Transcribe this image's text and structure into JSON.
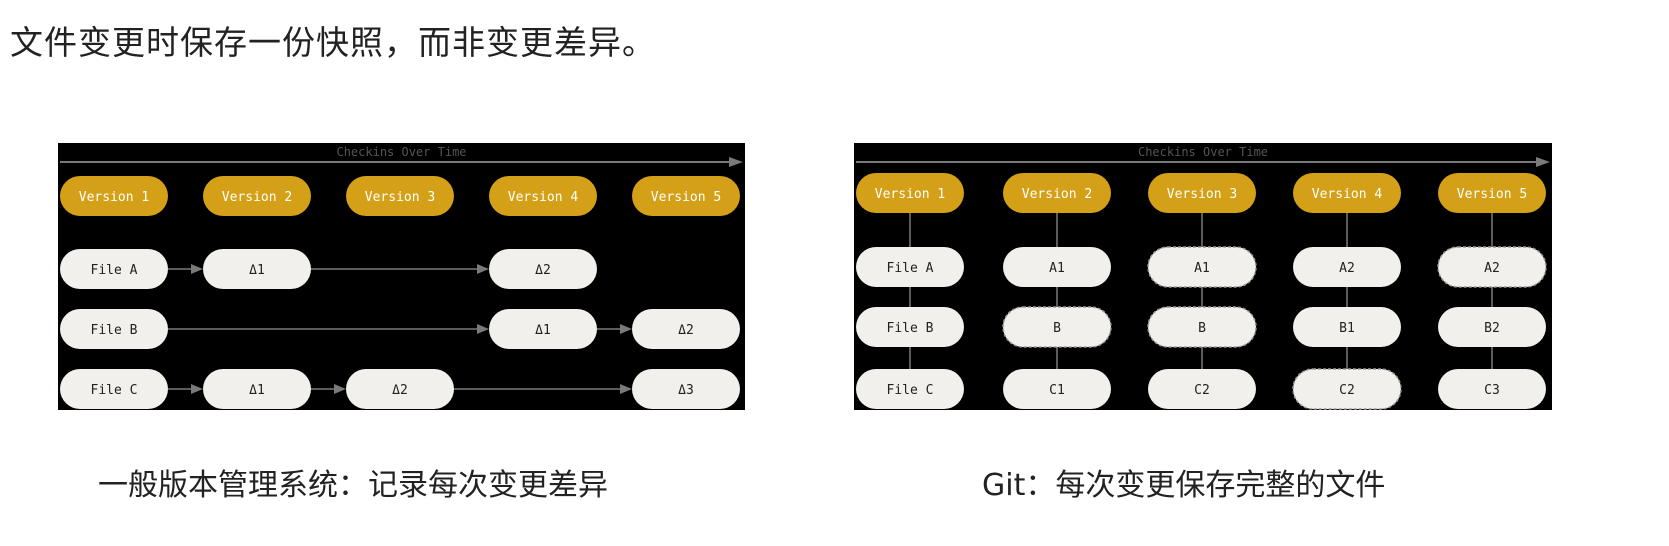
{
  "title": "文件变更时保存一份快照，而非变更差异。",
  "colors": {
    "version": "#d4a017",
    "node": "#f2f0ec",
    "line": "#7a7a7a",
    "background": "#000000"
  },
  "left_diagram": {
    "header": "Checkins Over Time",
    "versions": [
      "Version 1",
      "Version 2",
      "Version 3",
      "Version 4",
      "Version 5"
    ],
    "rows": [
      {
        "cells": [
          "File A",
          "Δ1",
          null,
          "Δ2",
          null
        ],
        "arrows": [
          [
            0,
            1
          ],
          [
            1,
            3
          ]
        ]
      },
      {
        "cells": [
          "File B",
          null,
          null,
          "Δ1",
          "Δ2"
        ],
        "arrows": [
          [
            0,
            3
          ],
          [
            3,
            4
          ]
        ]
      },
      {
        "cells": [
          "File C",
          "Δ1",
          "Δ2",
          null,
          "Δ3"
        ],
        "arrows": [
          [
            0,
            1
          ],
          [
            1,
            2
          ],
          [
            2,
            4
          ]
        ]
      }
    ],
    "caption": "一般版本管理系统：记录每次变更差异"
  },
  "right_diagram": {
    "header": "Checkins Over Time",
    "versions": [
      "Version 1",
      "Version 2",
      "Version 3",
      "Version 4",
      "Version 5"
    ],
    "rows": [
      {
        "cells": [
          "File A",
          "A1",
          "A1",
          "A2",
          "A2"
        ],
        "dashed": [
          false,
          false,
          true,
          false,
          true
        ]
      },
      {
        "cells": [
          "File B",
          "B",
          "B",
          "B1",
          "B2"
        ],
        "dashed": [
          false,
          true,
          true,
          false,
          false
        ]
      },
      {
        "cells": [
          "File C",
          "C1",
          "C2",
          "C2",
          "C3"
        ],
        "dashed": [
          false,
          false,
          false,
          true,
          false
        ]
      }
    ],
    "caption": "Git：每次变更保存完整的文件"
  }
}
